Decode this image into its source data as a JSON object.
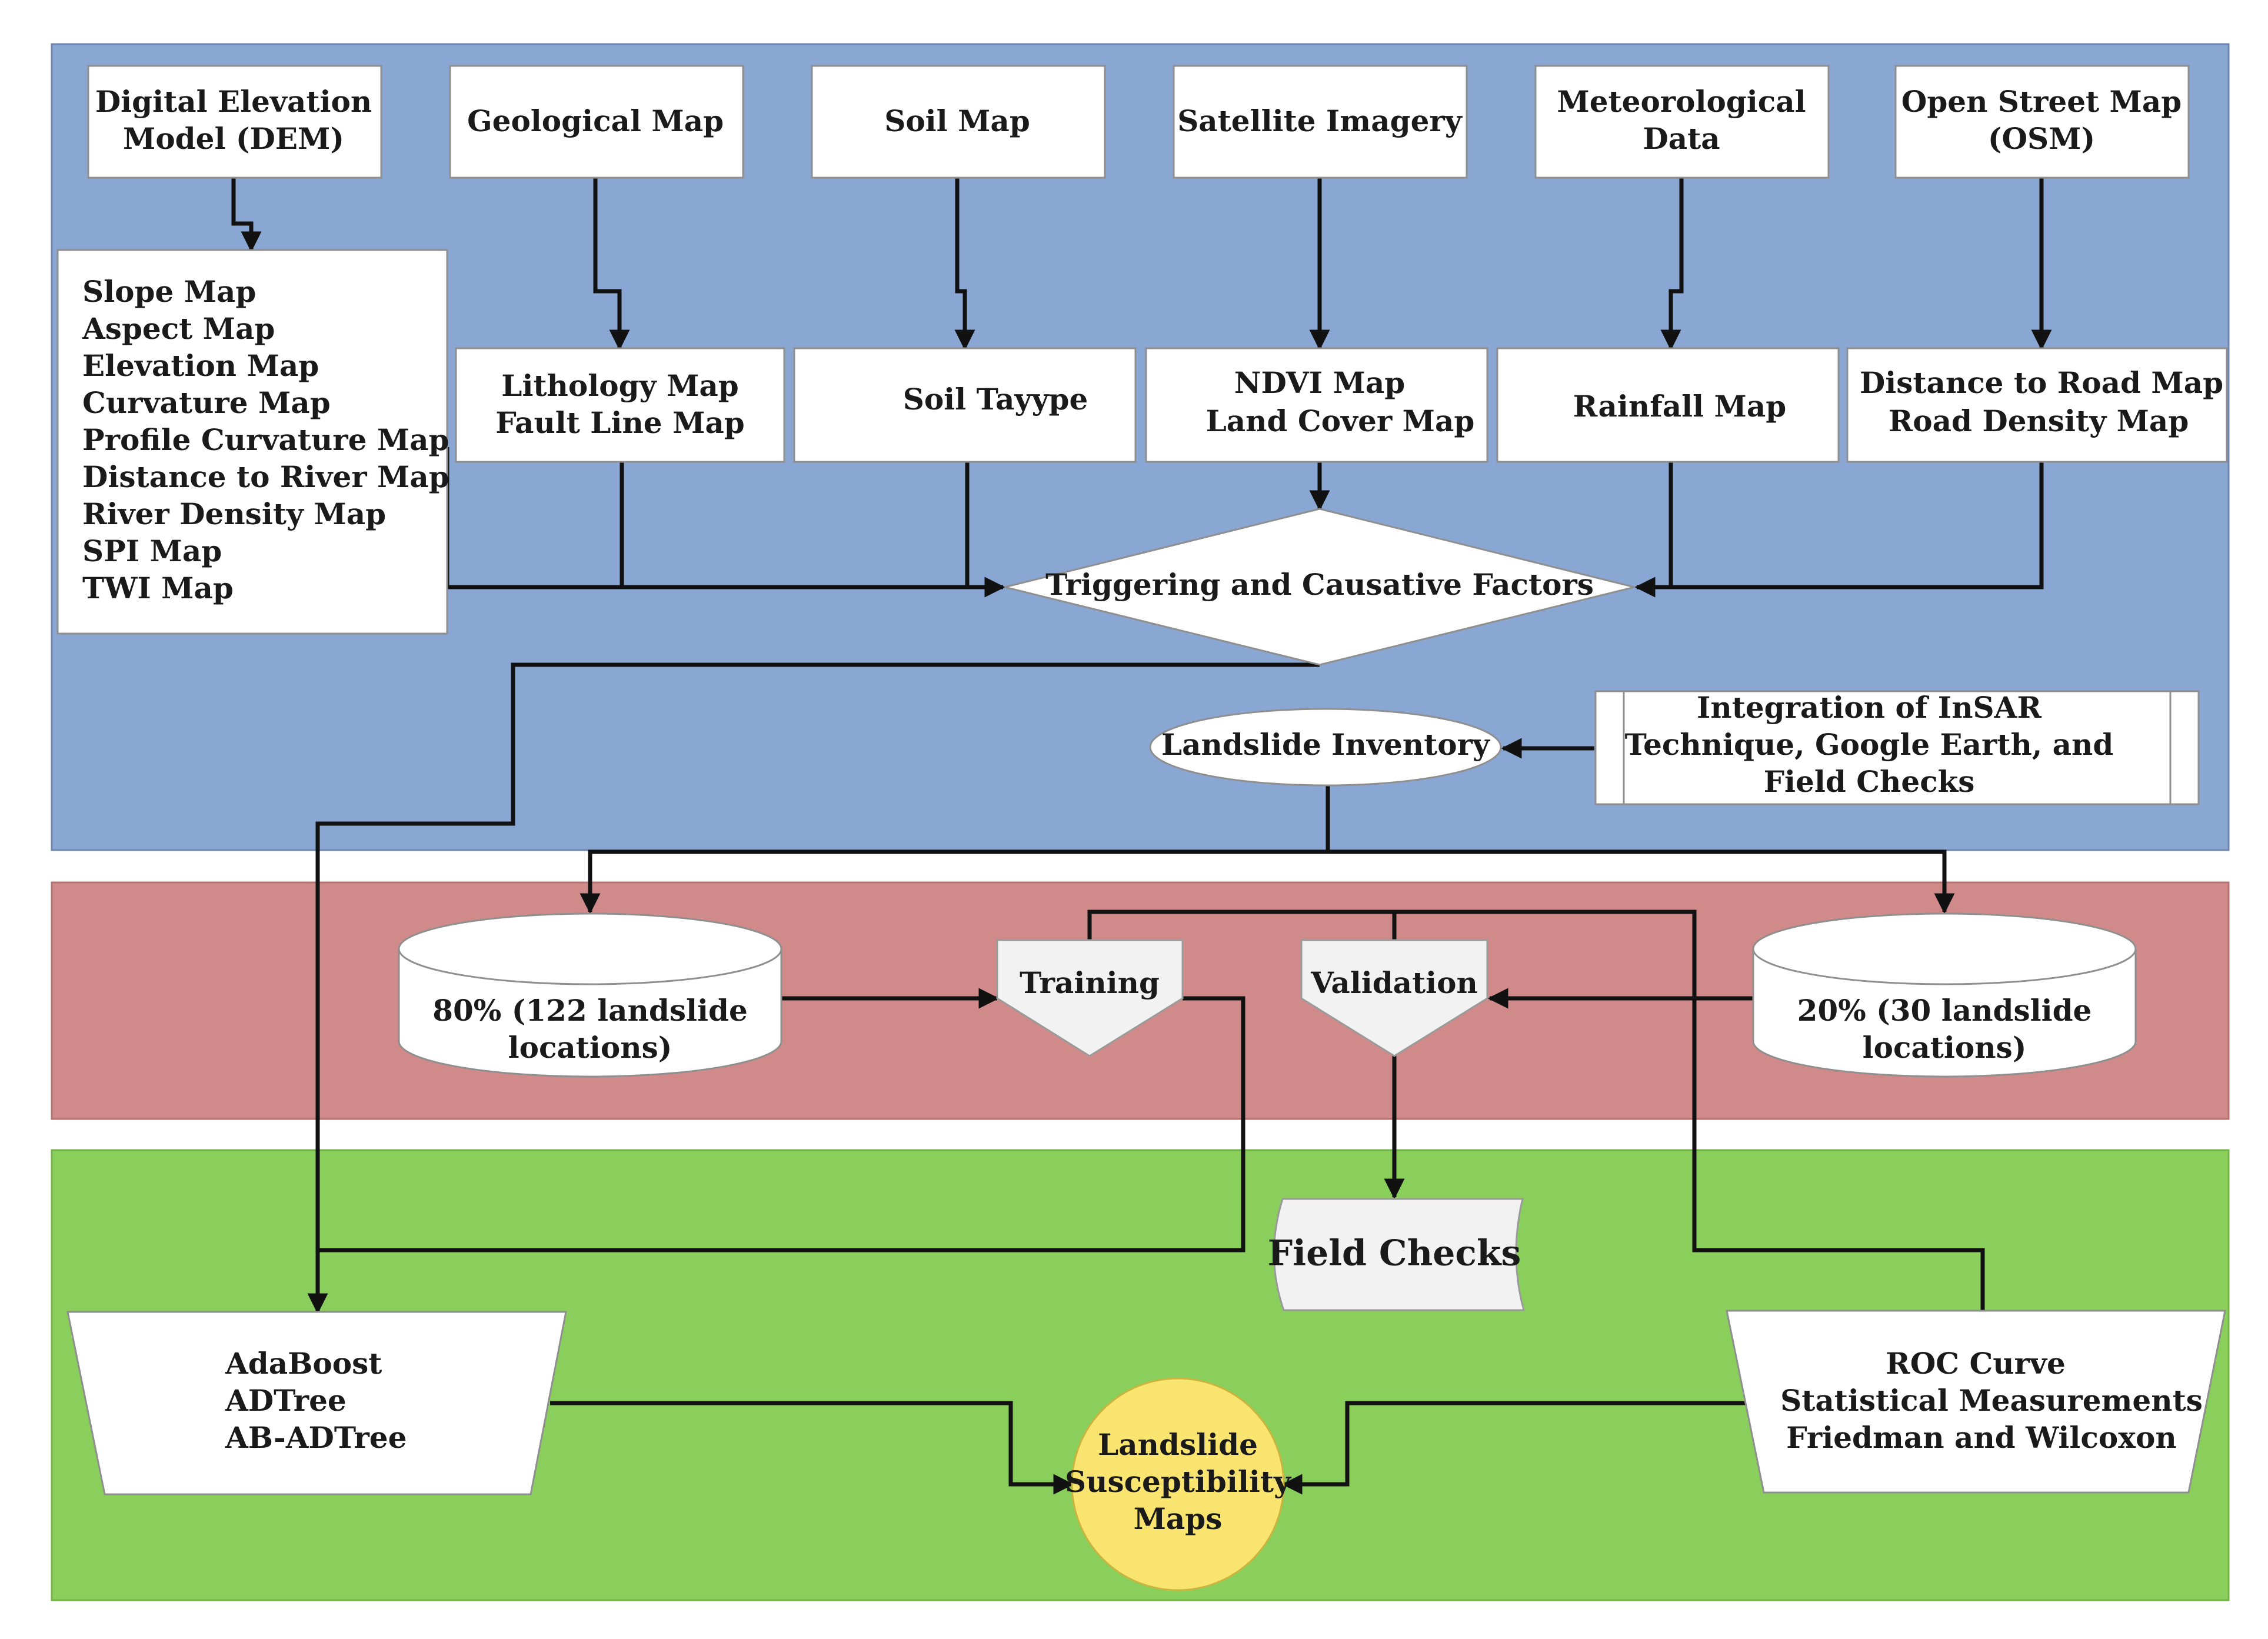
{
  "colors": {
    "data_panel": "#8aa6d2",
    "split_panel": "#d08a89",
    "model_panel": "#8acf5c",
    "result_circle": "#f8e46e",
    "box_fill": "#ffffff",
    "shape_fill": "#f2f2f2",
    "connector": "#111111"
  },
  "sources": {
    "dem": [
      "Digital Elevation",
      "Model (DEM)"
    ],
    "geological": "Geological Map",
    "soil": "Soil Map",
    "satellite": "Satellite Imagery",
    "meteorological": [
      "Meteorological",
      "Data"
    ],
    "osm": [
      "Open Street Map",
      "(OSM)"
    ]
  },
  "derived": {
    "dem_maps": [
      "Slope Map",
      "Aspect Map",
      "Elevation Map",
      "Curvature Map",
      "Profile Curvature Map",
      "Distance to River Map",
      "River Density Map",
      "SPI Map",
      "TWI Map"
    ],
    "geology_maps": [
      "Lithology Map",
      "Fault Line Map"
    ],
    "soil_type": "Soil Tayype",
    "satellite_maps": [
      "NDVI Map",
      "Land Cover Map"
    ],
    "rainfall": "Rainfall Map",
    "road_maps": [
      "Distance to Road Map",
      "Road Density Map"
    ]
  },
  "factors": "Triggering and Causative Factors",
  "inventory": {
    "label": "Landslide Inventory",
    "integration": [
      "Integration of InSAR",
      "Technique, Google Earth, and",
      "Field Checks"
    ]
  },
  "split": {
    "training_data": [
      "80% (122 landslide",
      "locations)"
    ],
    "validation_data": [
      "20% (30 landslide",
      "locations)"
    ],
    "training": "Training",
    "validation": "Validation"
  },
  "field_checks": "Field Checks",
  "models": [
    "AdaBoost",
    "ADTree",
    "AB-ADTree"
  ],
  "evaluation": [
    "ROC Curve",
    "Statistical Measurements",
    "Friedman and Wilcoxon"
  ],
  "result": [
    "Landslide",
    "Susceptibility",
    "Maps"
  ]
}
